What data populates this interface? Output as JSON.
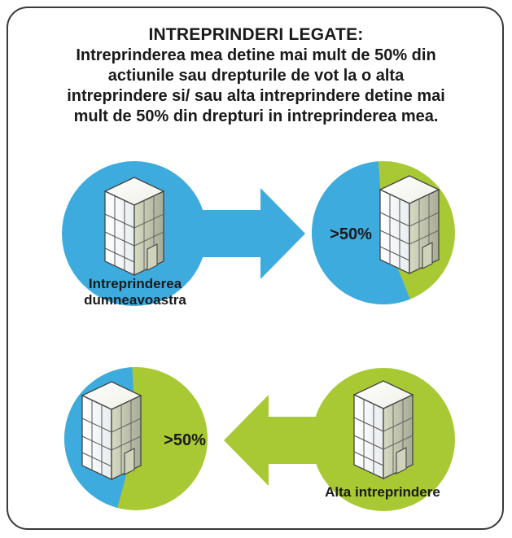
{
  "header": {
    "title": "INTREPRINDERI  LEGATE:",
    "lines": [
      "Intreprinderea mea detine mai mult de 50% din",
      "actiunile sau drepturile de vot la o alta",
      "intreprindere si/ sau alta intreprindere detine mai",
      "mult de 50% din drepturi in intreprinderea mea."
    ]
  },
  "diagram": {
    "colors": {
      "blue": "#3eabdf",
      "green": "#a9c934",
      "outline": "#444444"
    },
    "top_row": {
      "left_label_line1": "Intreprinderea",
      "left_label_line2": "dumneavoastra",
      "right_percent": ">50%",
      "right_blue_share": 0.55,
      "arrow_direction": "right",
      "arrow_color": "blue"
    },
    "bottom_row": {
      "left_percent": ">50%",
      "left_green_share": 0.55,
      "right_label": "Alta intreprindere",
      "arrow_direction": "left",
      "arrow_color": "green"
    }
  }
}
